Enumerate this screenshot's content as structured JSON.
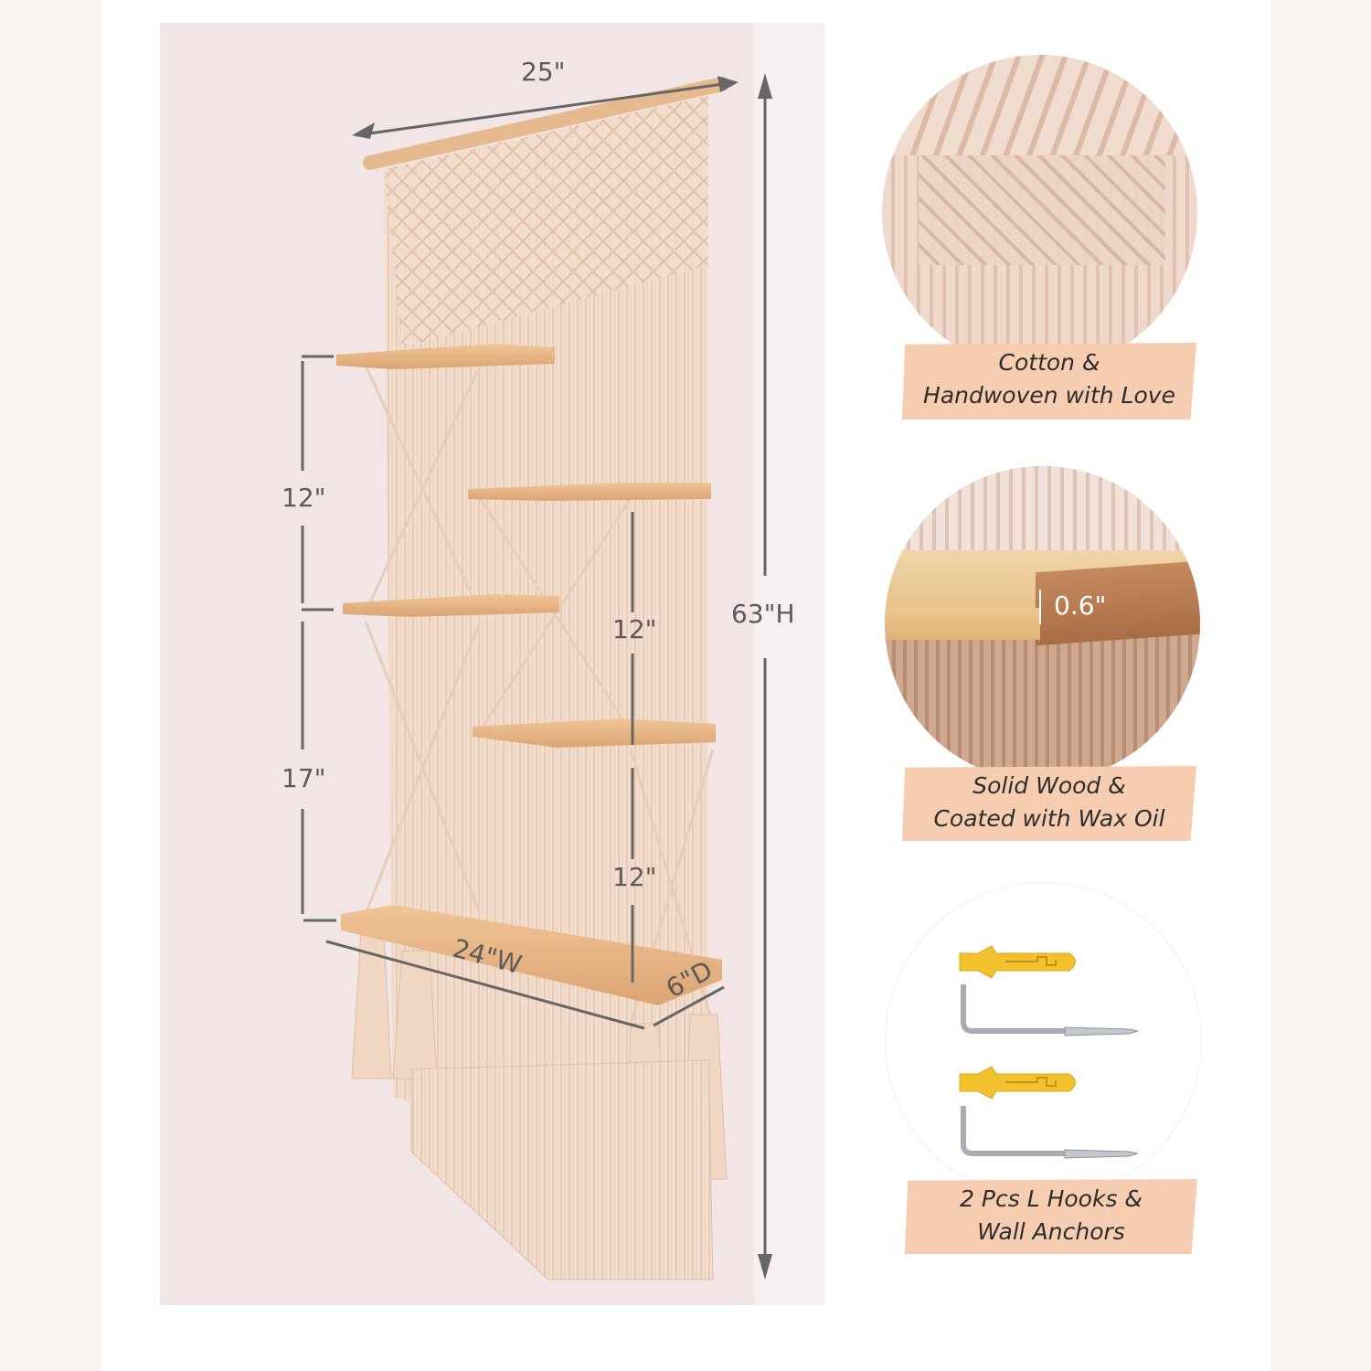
{
  "product": {
    "dimensions": {
      "top_width": "25\"",
      "height": "63\"H",
      "left_gap_upper": "12\"",
      "left_gap_lower": "17\"",
      "right_gap_upper": "12\"",
      "right_gap_lower": "12\"",
      "shelf_width": "24\"W",
      "shelf_depth": "6\"D"
    },
    "shelf_count": 5,
    "colors": {
      "background": "#f1e5e5",
      "macrame": "#f0d8c8",
      "wood": "#e9b98a",
      "dimension_line": "#666666"
    }
  },
  "features": [
    {
      "line1": "Cotton &",
      "line2": "Handwoven with Love",
      "thickness_label": ""
    },
    {
      "line1": "Solid Wood &",
      "line2": "Coated with Wax Oil",
      "thickness_label": "0.6\""
    },
    {
      "line1": "2 Pcs L Hooks &",
      "line2": "Wall Anchors",
      "thickness_label": ""
    }
  ],
  "colors": {
    "label_bg": "#f6cdb0",
    "label_text": "#2d2d2d",
    "anchor_yellow": "#f2c12e",
    "hook_steel": "#b8bcc2"
  }
}
